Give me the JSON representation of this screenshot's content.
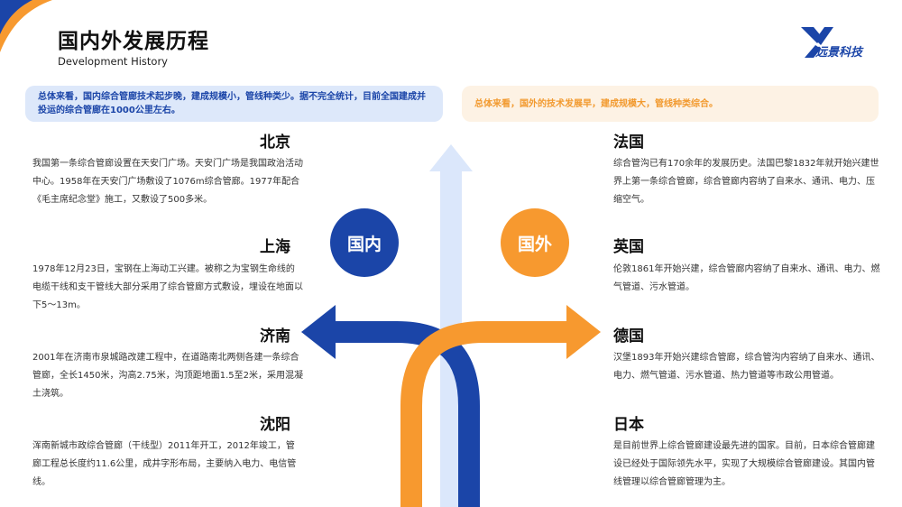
{
  "header": {
    "title": "国内外发展历程",
    "subtitle": "Development History",
    "logo_text": "远景科技"
  },
  "banners": {
    "domestic": "总体来看，国内综合管廊技术起步晚，建成规模小，管线种类少。据不完全统计，目前全国建成并投运的综合管廊在1000公里左右。",
    "foreign": "总体来看，国外的技术发展早，建成规模大，管线种类综合。"
  },
  "labels": {
    "domestic": "国内",
    "foreign": "国外"
  },
  "domestic_items": [
    {
      "city": "北京",
      "text": "我国第一条综合管廊设置在天安门广场。天安门广场是我国政治活动中心。1958年在天安门广场敷设了1076m综合管廊。1977年配合《毛主席纪念堂》施工，又敷设了500多米。"
    },
    {
      "city": "上海",
      "text": "1978年12月23日，宝钢在上海动工兴建。被称之为宝钢生命线的电缆干线和支干管线大部分采用了综合管廊方式敷设，埋设在地面以下5～13m。"
    },
    {
      "city": "济南",
      "text": "2001年在济南市泉城路改建工程中，在道路南北两侧各建一条综合管廊，全长1450米，沟高2.75米，沟顶距地面1.5至2米，采用混凝土浇筑。"
    },
    {
      "city": "沈阳",
      "text": "浑南新城市政综合管廊（干线型）2011年开工，2012年竣工，管廊工程总长度约11.6公里，成井字形布局，主要纳入电力、电信管线。"
    }
  ],
  "foreign_items": [
    {
      "city": "法国",
      "text": "综合管沟已有170余年的发展历史。法国巴黎1832年就开始兴建世界上第一条综合管廊，综合管廊内容纳了自来水、通讯、电力、压缩空气。"
    },
    {
      "city": "英国",
      "text": "伦敦1861年开始兴建，综合管廊内容纳了自来水、通讯、电力、燃气管道、污水管道。"
    },
    {
      "city": "德国",
      "text": "汉堡1893年开始兴建综合管廊，综合管沟内容纳了自来水、通讯、电力、燃气管道、污水管道、热力管道等市政公用管道。"
    },
    {
      "city": "日本",
      "text": "是目前世界上综合管廊建设最先进的国家。目前，日本综合管廊建设已经处于国际领先水平，实现了大规模综合管廊建设。其国内管线管理以综合管廊管理为主。"
    }
  ],
  "colors": {
    "blue": "#1b45a8",
    "orange": "#f7992f",
    "light_blue": "#dde8fa",
    "light_orange": "#fdf2e4"
  }
}
